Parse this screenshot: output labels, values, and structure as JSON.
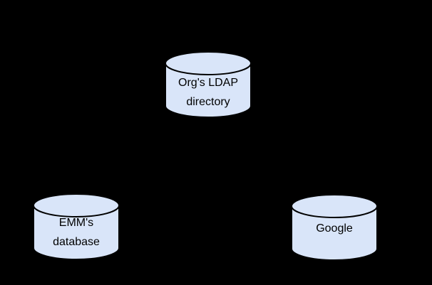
{
  "diagram": {
    "type": "database-sync-diagram",
    "background_color": "#000000",
    "colors": {
      "cylinder_fill": "#d9e5f9",
      "cylinder_stroke": "#000000",
      "label_text": "#000000"
    },
    "nodes": [
      {
        "id": "orgs-ldap-directory",
        "shape": "database-cylinder",
        "lines": [
          "Org's LDAP",
          "directory"
        ]
      },
      {
        "id": "emms-database",
        "shape": "database-cylinder",
        "lines": [
          "EMM's",
          "database"
        ]
      },
      {
        "id": "google",
        "shape": "database-cylinder",
        "lines": [
          "Google"
        ]
      }
    ]
  }
}
